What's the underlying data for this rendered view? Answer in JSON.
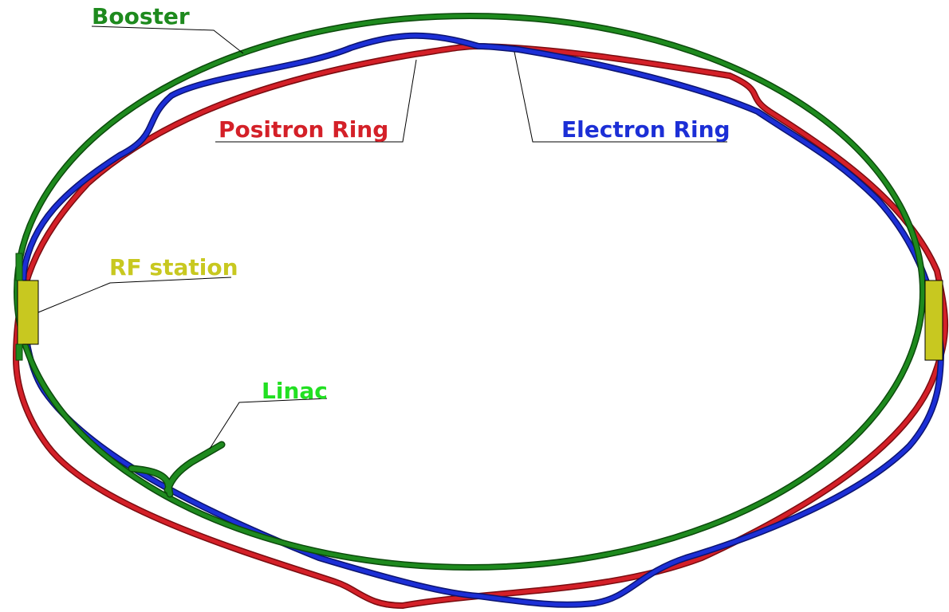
{
  "diagram": {
    "labels": {
      "booster": "Booster",
      "positron_ring": "Positron Ring",
      "electron_ring": "Electron Ring",
      "rf_station": "RF station",
      "linac": "Linac"
    },
    "colors": {
      "booster": "#1e8a1e",
      "positron_ring": "#d42028",
      "electron_ring": "#1c2fd6",
      "rf_station": "#c8c820",
      "linac_label": "#22e022",
      "outline": "#000000"
    }
  }
}
